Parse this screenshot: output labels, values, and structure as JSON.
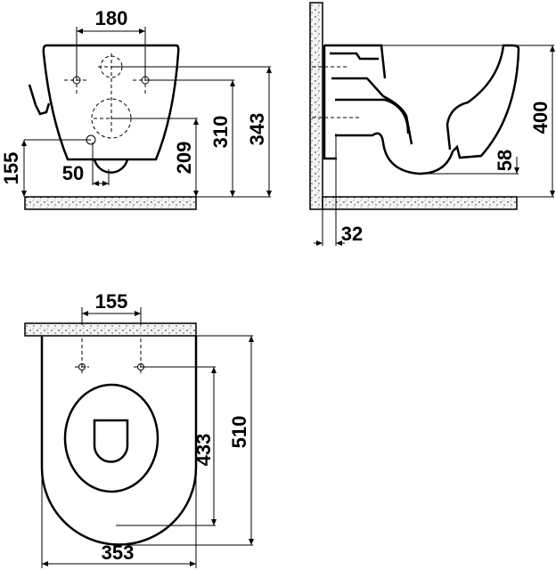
{
  "front_view": {
    "dimensions": {
      "holes_spacing": "180",
      "lower_hole_height": "155",
      "drain_offset": "50",
      "outlet_height": "209",
      "fixing_hole_height": "310",
      "inlet_height": "343"
    }
  },
  "side_view": {
    "dimensions": {
      "height": "400",
      "trap_depth": "58",
      "wall_offset": "32"
    }
  },
  "plan_view": {
    "dimensions": {
      "holes_spacing": "155",
      "hole_to_front": "433",
      "length": "510",
      "width": "353"
    }
  }
}
